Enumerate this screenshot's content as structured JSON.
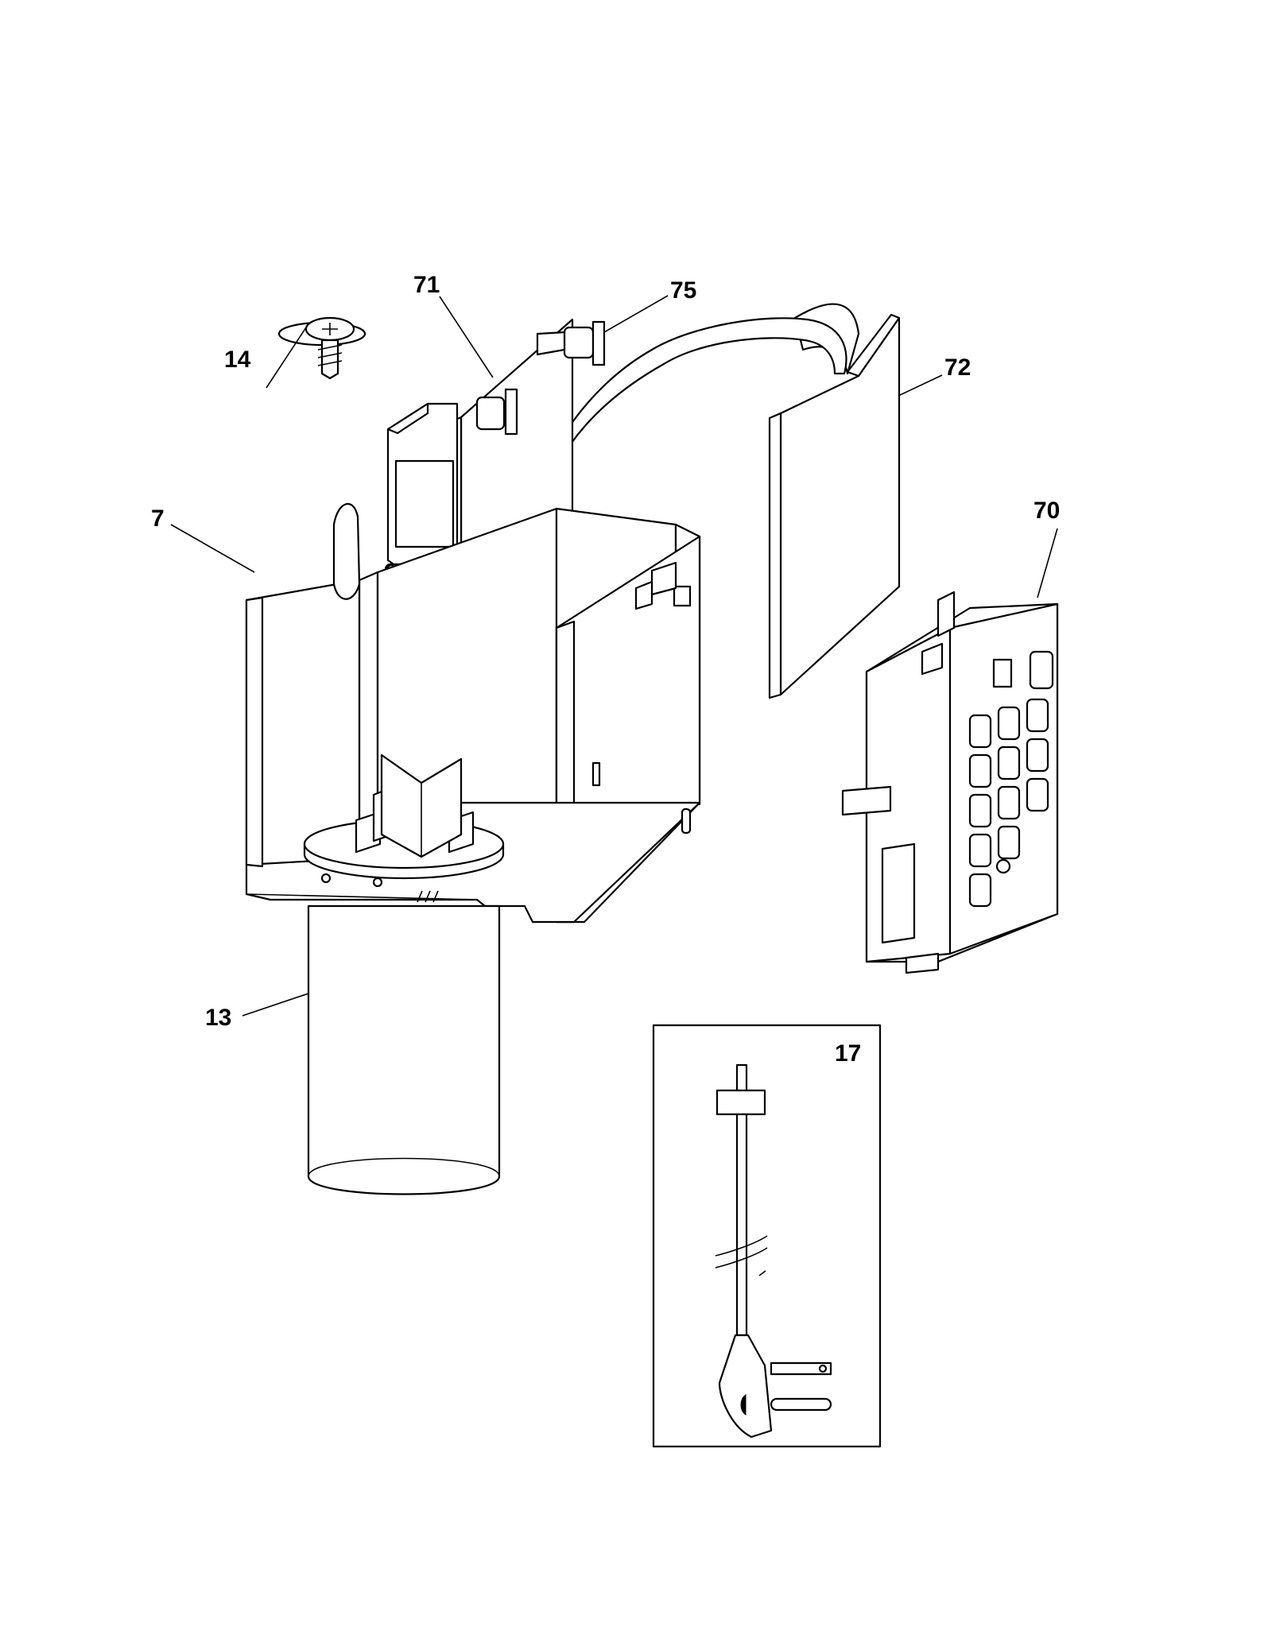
{
  "callouts": {
    "part_71": "71",
    "part_75": "75",
    "part_72": "72",
    "part_14": "14",
    "part_7": "7",
    "part_70": "70",
    "part_13": "13",
    "part_17": "17"
  }
}
